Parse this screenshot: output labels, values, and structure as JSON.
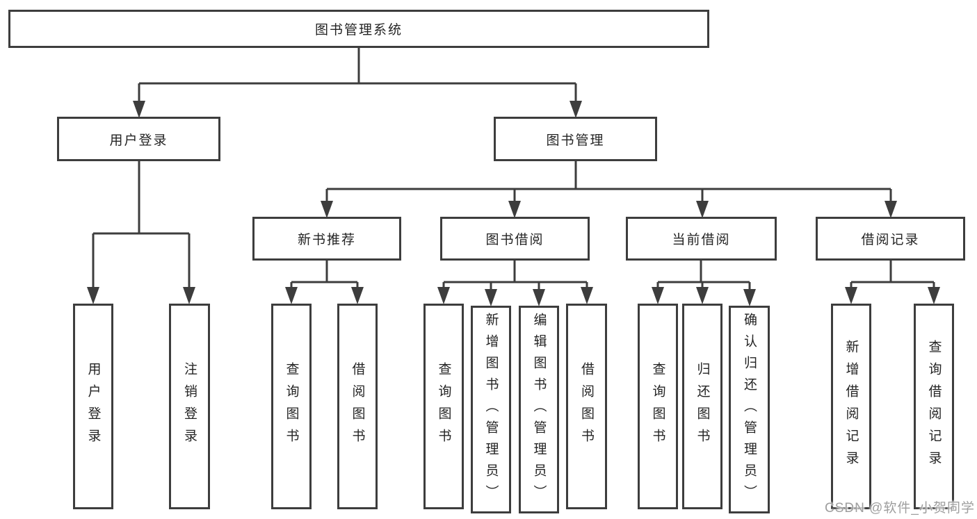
{
  "colors": {
    "ink": "#3d3d3d",
    "text": "#242424",
    "watermark": "#9e9e9e",
    "background": "#ffffff"
  },
  "tree": {
    "root_label": "图书管理系统",
    "user_branch": {
      "label": "用户登录",
      "children": [
        "用户登录",
        "注销登录"
      ]
    },
    "book_branch": {
      "label": "图书管理",
      "sections": [
        {
          "label": "新书推荐",
          "children": [
            "查询图书",
            "借阅图书"
          ]
        },
        {
          "label": "图书借阅",
          "children": [
            "查询图书",
            "新增图书（管理员）",
            "编辑图书（管理员）",
            "借阅图书"
          ]
        },
        {
          "label": "当前借阅",
          "children": [
            "查询图书",
            "归还图书",
            "确认归还（管理员）"
          ]
        },
        {
          "label": "借阅记录",
          "children": [
            "新增借阅记录",
            "查询借阅记录"
          ]
        }
      ]
    }
  },
  "watermark": {
    "text": "CSDN @软件_小贺同学"
  }
}
